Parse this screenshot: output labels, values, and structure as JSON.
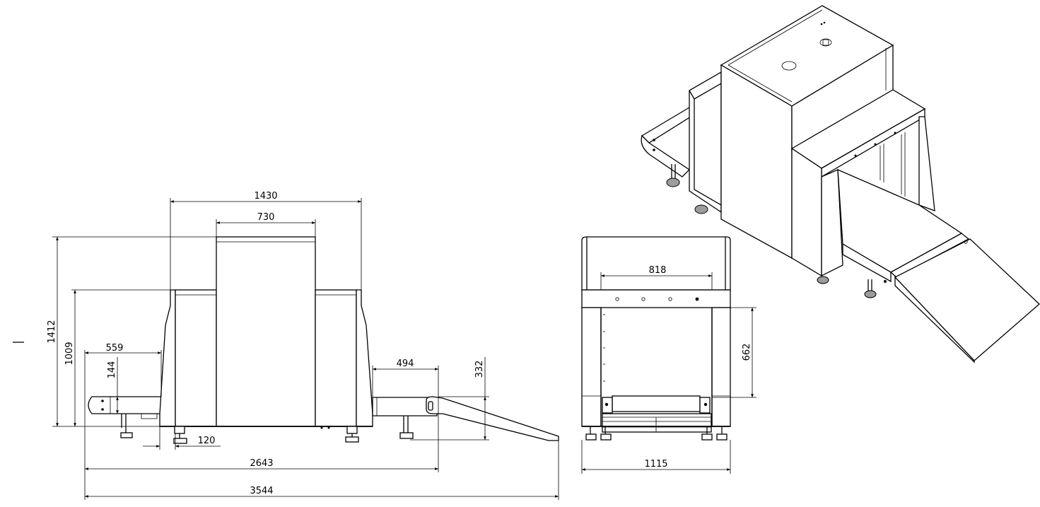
{
  "drawing": {
    "dimensions": {
      "overall_width": "1430",
      "tunnel_top_width": "730",
      "overall_height": "1412",
      "side_height": "1009",
      "left_conveyor_length": "559",
      "left_conveyor_height": "144",
      "right_conveyor_length": "494",
      "ramp_height": "332",
      "foot_offset": "120",
      "inner_length": "2643",
      "total_length": "3544",
      "tunnel_opening_width": "818",
      "tunnel_opening_height": "662",
      "front_width": "1115"
    }
  }
}
